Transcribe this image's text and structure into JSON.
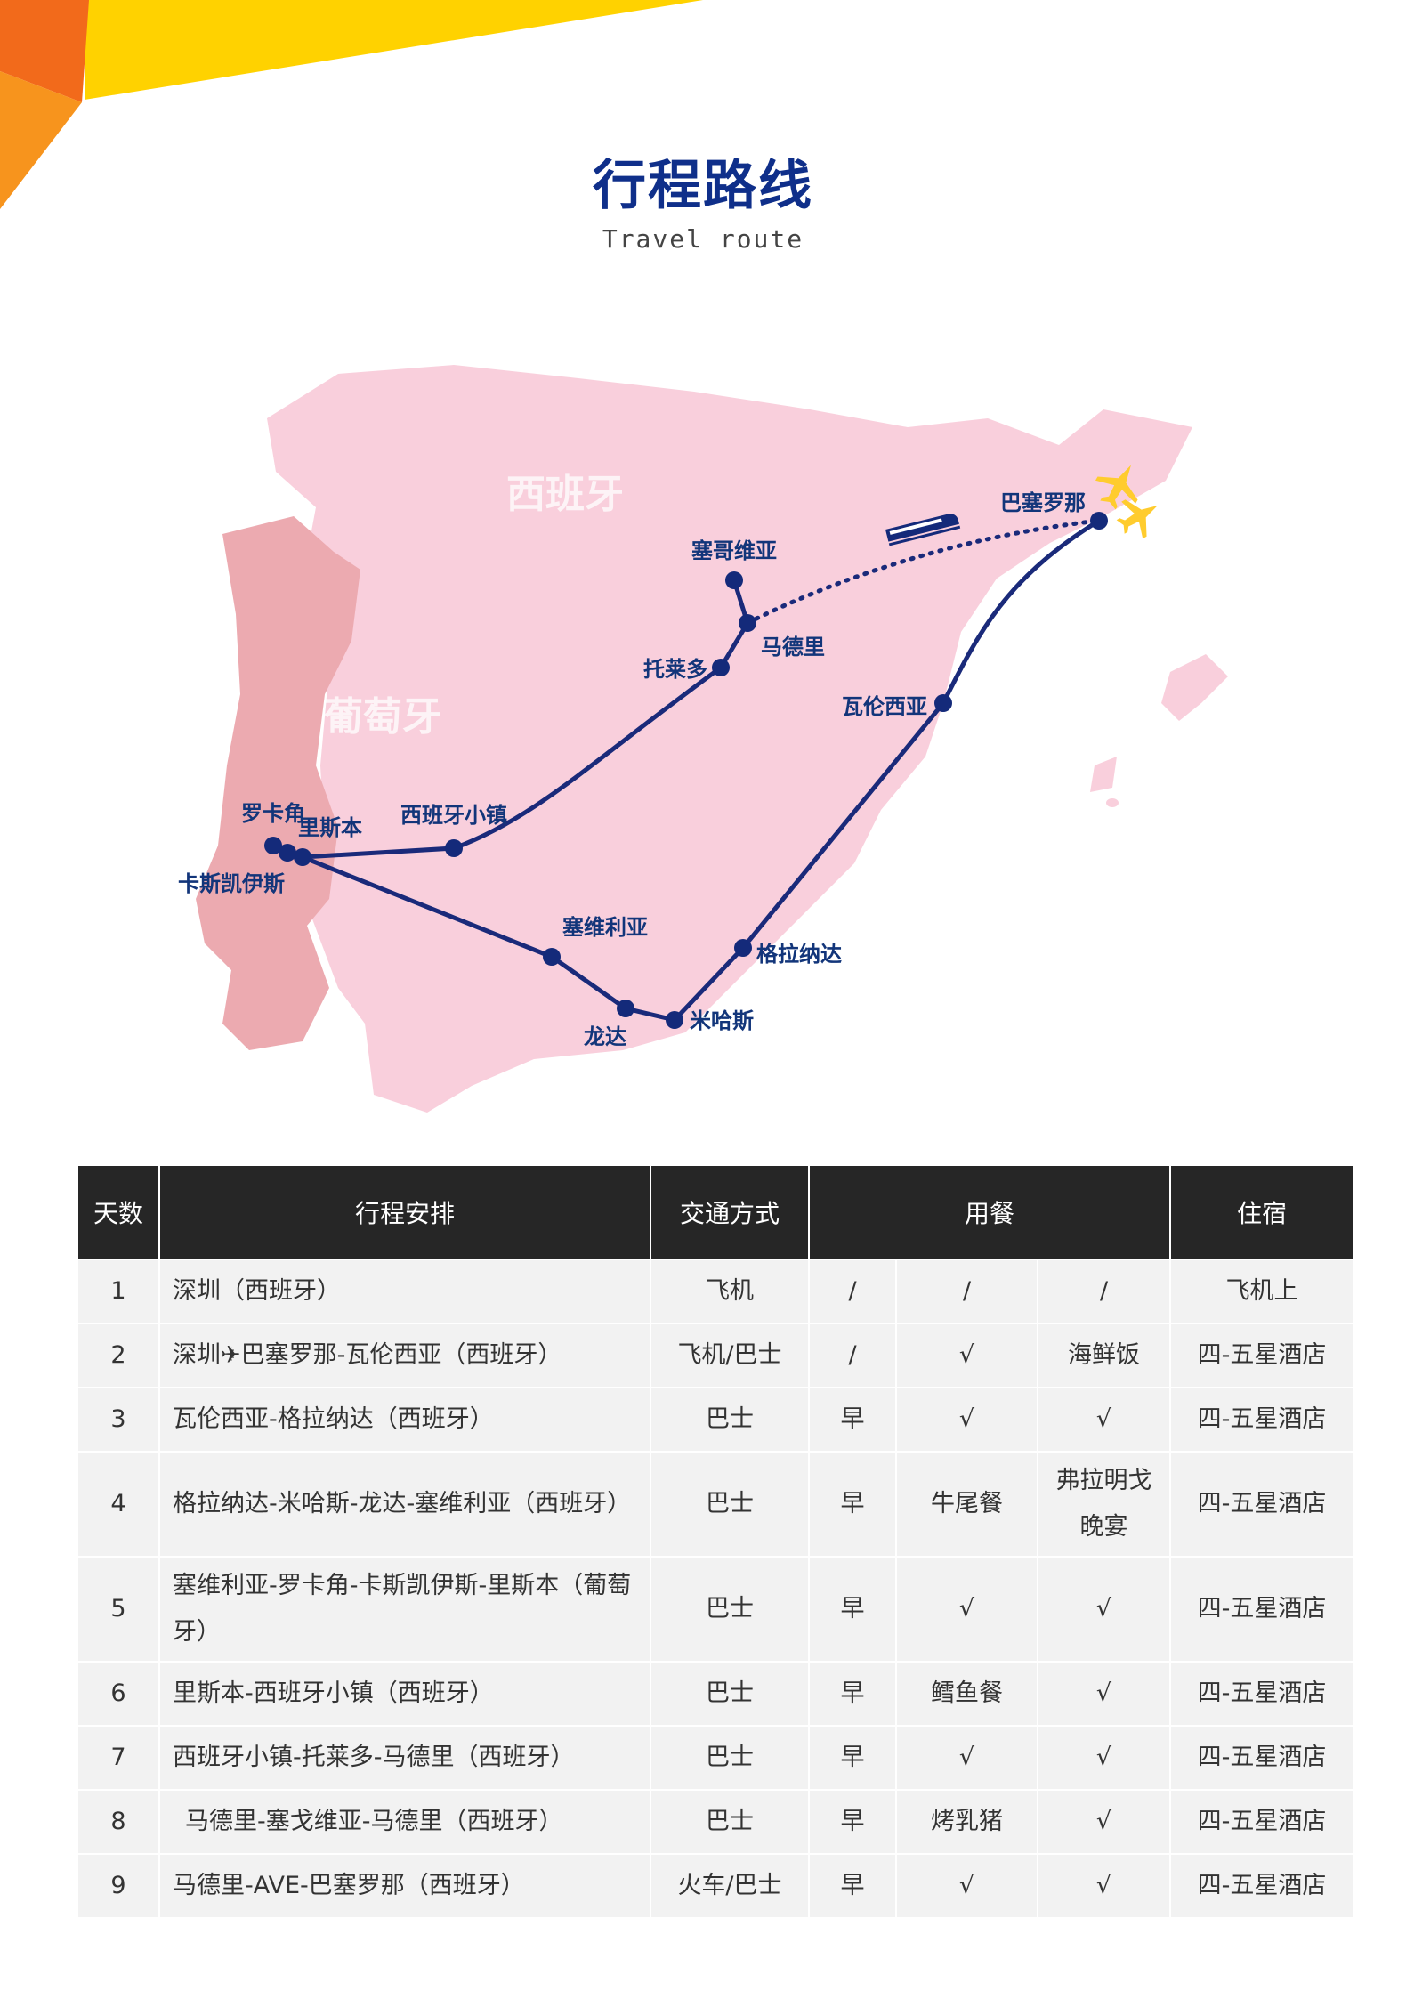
{
  "header": {
    "title": "行程路线",
    "subtitle": "Travel route"
  },
  "colors": {
    "title": "#0f2f8a",
    "route_line": "#1a2a7a",
    "spain_fill": "#f9cfdc",
    "portugal_fill": "#ecaab0",
    "table_header_bg": "#262626",
    "table_row_bg": "#f2f2f2",
    "accent_orange": "#f26a1b",
    "accent_yellow": "#ffd200"
  },
  "map": {
    "countries": {
      "spain": "西班牙",
      "portugal": "葡萄牙"
    },
    "cities": {
      "barcelona": "巴塞罗那",
      "segovia": "塞哥维亚",
      "madrid": "马德里",
      "toledo": "托莱多",
      "valencia": "瓦伦西亚",
      "roca": "罗卡角",
      "lisbon": "里斯本",
      "cascais": "卡斯凯伊斯",
      "village": "西班牙小镇",
      "seville": "塞维利亚",
      "granada": "格拉纳达",
      "ronda": "龙达",
      "mijas": "米哈斯"
    },
    "icons": {
      "plane": "plane-icon",
      "train": "train-icon"
    }
  },
  "table": {
    "headers": {
      "day": "天数",
      "route": "行程安排",
      "transport": "交通方式",
      "meals": "用餐",
      "hotel": "住宿"
    },
    "rows": [
      {
        "day": "1",
        "route": "深圳（西班牙）",
        "transport": "飞机",
        "breakfast": "/",
        "lunch": "/",
        "dinner": "/",
        "hotel": "飞机上"
      },
      {
        "day": "2",
        "route": "深圳✈巴塞罗那-瓦伦西亚（西班牙）",
        "transport": "飞机/巴士",
        "breakfast": "/",
        "lunch": "√",
        "dinner": "海鲜饭",
        "hotel": "四-五星酒店"
      },
      {
        "day": "3",
        "route": "瓦伦西亚-格拉纳达（西班牙）",
        "transport": "巴士",
        "breakfast": "早",
        "lunch": "√",
        "dinner": "√",
        "hotel": "四-五星酒店"
      },
      {
        "day": "4",
        "route": "格拉纳达-米哈斯-龙达-塞维利亚（西班牙）",
        "transport": "巴士",
        "breakfast": "早",
        "lunch": "牛尾餐",
        "dinner": "弗拉明戈晚宴",
        "hotel": "四-五星酒店"
      },
      {
        "day": "5",
        "route": "塞维利亚-罗卡角-卡斯凯伊斯-里斯本（葡萄牙）",
        "transport": "巴士",
        "breakfast": "早",
        "lunch": "√",
        "dinner": "√",
        "hotel": "四-五星酒店"
      },
      {
        "day": "6",
        "route": "里斯本-西班牙小镇（西班牙）",
        "transport": "巴士",
        "breakfast": "早",
        "lunch": "鳕鱼餐",
        "dinner": "√",
        "hotel": "四-五星酒店"
      },
      {
        "day": "7",
        "route": "西班牙小镇-托莱多-马德里（西班牙）",
        "transport": "巴士",
        "breakfast": "早",
        "lunch": "√",
        "dinner": "√",
        "hotel": "四-五星酒店"
      },
      {
        "day": "8",
        "route": "马德里-塞戈维亚-马德里（西班牙）",
        "transport": "巴士",
        "breakfast": "早",
        "lunch": "烤乳猪",
        "dinner": "√",
        "hotel": "四-五星酒店"
      },
      {
        "day": "9",
        "route": "马德里-AVE-巴塞罗那（西班牙）",
        "transport": "火车/巴士",
        "breakfast": "早",
        "lunch": "√",
        "dinner": "√",
        "hotel": "四-五星酒店"
      }
    ]
  }
}
